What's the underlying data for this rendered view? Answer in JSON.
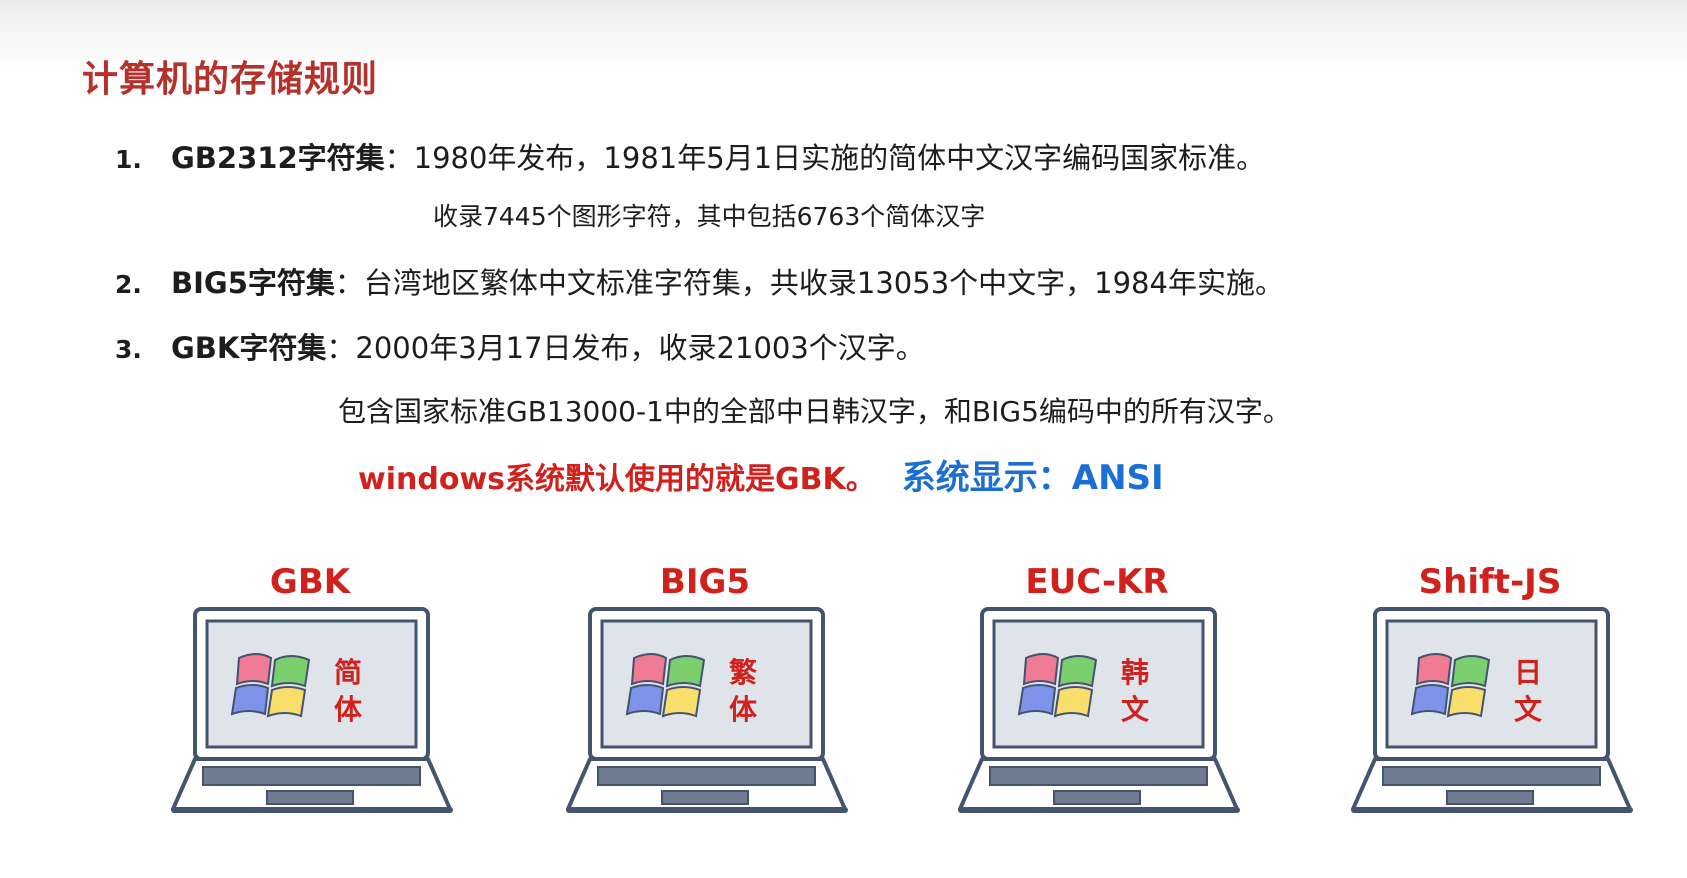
{
  "title": "计算机的存储规则",
  "items": [
    {
      "num": "1.",
      "name": "GB2312字符集",
      "desc": "：1980年发布，1981年5月1日实施的简体中文汉字编码国家标准。"
    },
    {
      "num": "2.",
      "name": "BIG5字符集",
      "desc": "：台湾地区繁体中文标准字符集，共收录13053个中文字，1984年实施。"
    },
    {
      "num": "3.",
      "name": "GBK字符集",
      "desc": "：2000年3月17日发布，收录21003个汉字。"
    }
  ],
  "gb2312_note": "收录7445个图形字符，其中包括6763个简体汉字",
  "gbk_note": "包含国家标准GB13000-1中的全部中日韩汉字，和BIG5编码中的所有汉字。",
  "windows_note": {
    "red": "windows系统默认使用的就是GBK。",
    "blue": "系统显示：ANSI"
  },
  "laptops": [
    {
      "label": "GBK",
      "chars": [
        "简",
        "体"
      ]
    },
    {
      "label": "BIG5",
      "chars": [
        "繁",
        "体"
      ]
    },
    {
      "label": "EUC-KR",
      "chars": [
        "韩",
        "文"
      ]
    },
    {
      "label": "Shift-JS",
      "chars": [
        "日",
        "文"
      ]
    }
  ],
  "colors": {
    "title": "#b5322c",
    "accent_red": "#d0211c",
    "accent_blue": "#1b6fd1",
    "laptop_outline": "#44536e",
    "screen": "#dfe3ea"
  }
}
